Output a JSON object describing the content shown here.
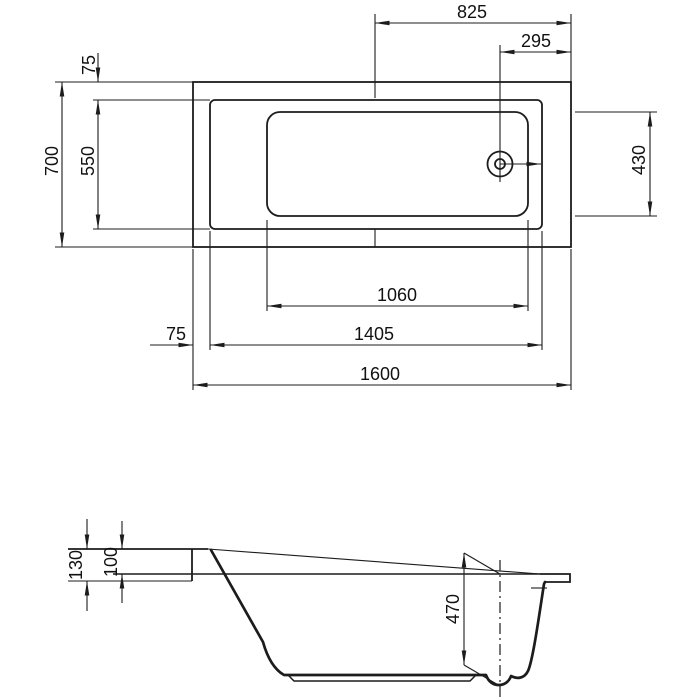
{
  "top_view": {
    "d825": "825",
    "d295": "295",
    "d75_top": "75",
    "d700": "700",
    "d550": "550",
    "d430": "430",
    "d1060": "1060",
    "d75_bottom": "75",
    "d1405": "1405",
    "d1600": "1600"
  },
  "side_view": {
    "d130": "130",
    "d100": "100",
    "d470": "470"
  },
  "style": {
    "line_color": "#1c1c1c",
    "background": "#ffffff"
  }
}
